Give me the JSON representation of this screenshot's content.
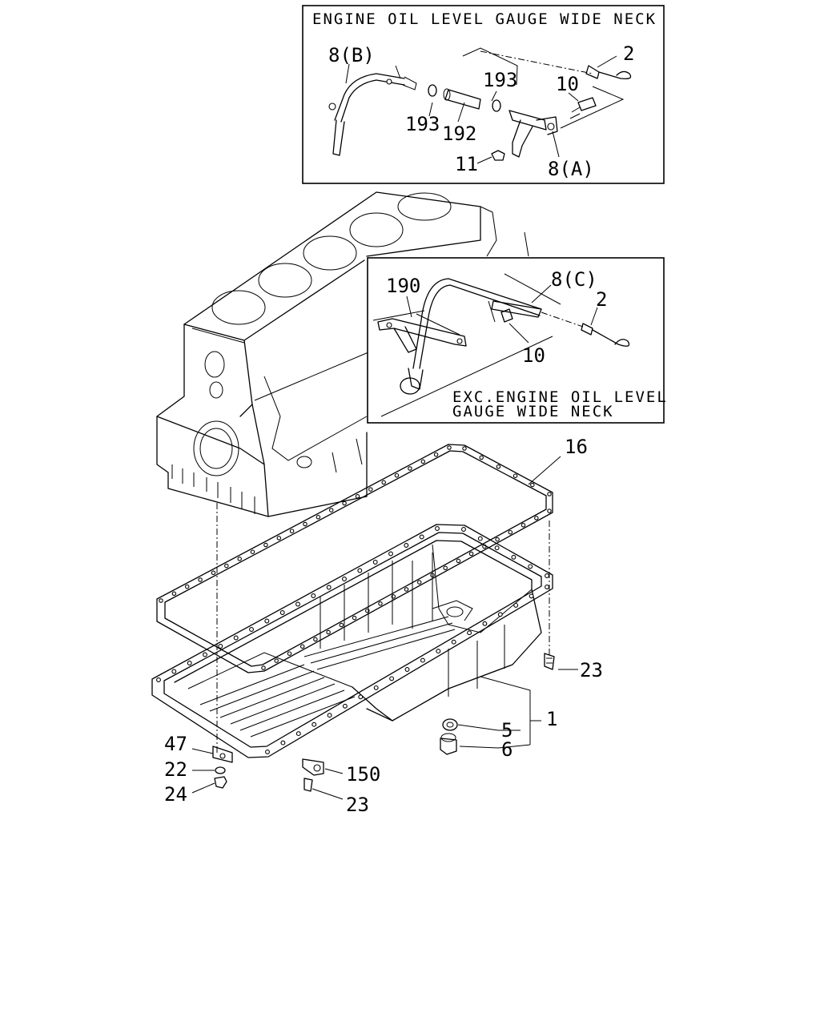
{
  "insets": {
    "wide_neck_title": "ENGINE OIL LEVEL GAUGE WIDE NECK",
    "exc_title_line1": "EXC.ENGINE OIL LEVEL",
    "exc_title_line2": "GAUGE WIDE NECK"
  },
  "callouts": {
    "wide_neck": {
      "c8b": "8(B)",
      "c2": "2",
      "c193a": "193",
      "c10": "10",
      "c193b": "193",
      "c192": "192",
      "c11": "11",
      "c8a": "8(A)"
    },
    "exc": {
      "c190": "190",
      "c8c": "8(C)",
      "c2": "2",
      "c10": "10"
    },
    "main": {
      "c16": "16",
      "c23a": "23",
      "c1": "1",
      "c5": "5",
      "c6": "6",
      "c47": "47",
      "c22": "22",
      "c24": "24",
      "c150": "150",
      "c23b": "23"
    }
  }
}
